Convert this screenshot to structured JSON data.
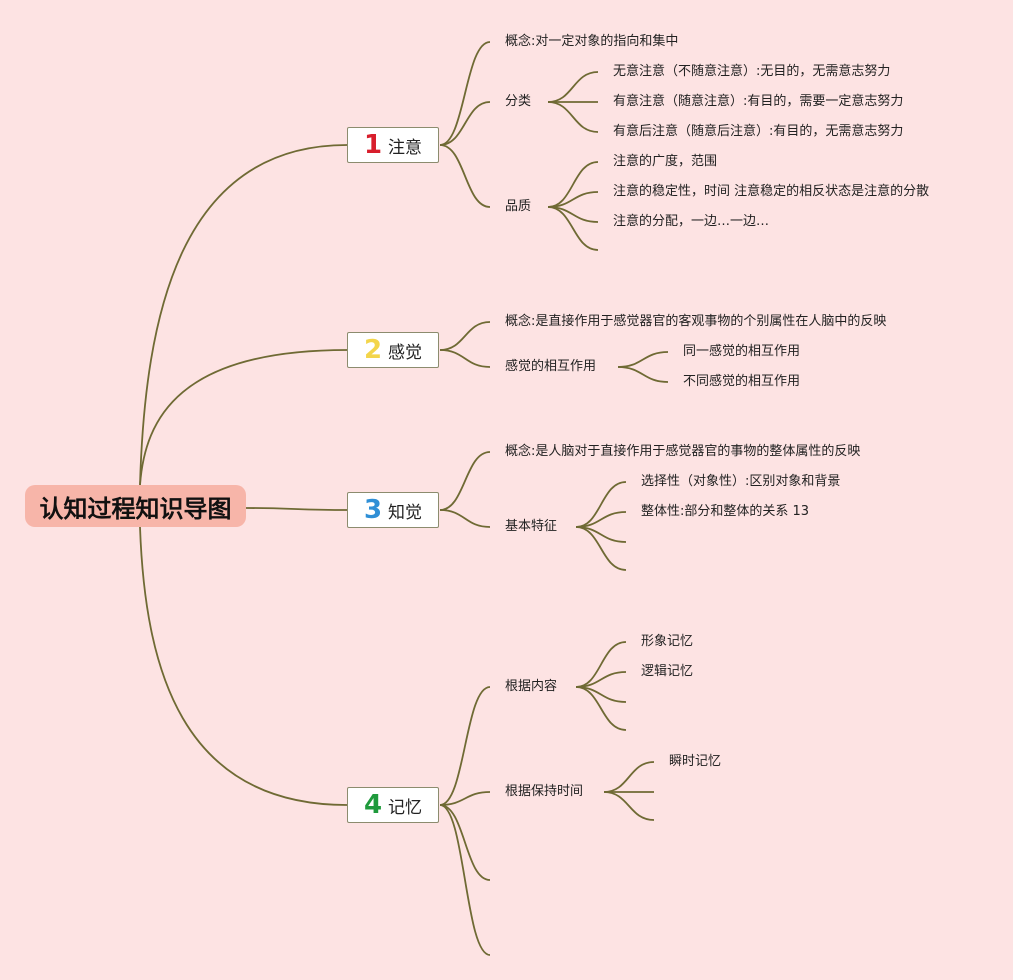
{
  "root": {
    "label": "认知过程知识导图"
  },
  "colors": {
    "background": "#fde3e3",
    "root_fill": "#f7b5a9",
    "line": "#6f6a34",
    "num1": "#d81e2c",
    "num2": "#f3d54b",
    "num3": "#2f8fd6",
    "num4": "#1f9a3c"
  },
  "branches": [
    {
      "num": "1",
      "label": "注意",
      "children": [
        {
          "label": "概念:对一定对象的指向和集中"
        },
        {
          "label": "分类",
          "children": [
            {
              "label": "无意注意（不随意注意）:无目的，无需意志努力"
            },
            {
              "label": "有意注意（随意注意）:有目的，需要一定意志努力"
            },
            {
              "label": "有意后注意（随意后注意）:有目的，无需意志努力"
            }
          ]
        },
        {
          "label": "品质",
          "children": [
            {
              "label": "注意的广度，范围"
            },
            {
              "label": "注意的稳定性，时间 注意稳定的相反状态是注意的分散"
            },
            {
              "label": "注意的分配，一边…一边…"
            },
            {
              "label": ""
            }
          ]
        }
      ]
    },
    {
      "num": "2",
      "label": "感觉",
      "children": [
        {
          "label": "概念:是直接作用于感觉器官的客观事物的个别属性在人脑中的反映"
        },
        {
          "label": "感觉的相互作用",
          "children": [
            {
              "label": "同一感觉的相互作用"
            },
            {
              "label": "不同感觉的相互作用"
            }
          ]
        }
      ]
    },
    {
      "num": "3",
      "label": "知觉",
      "children": [
        {
          "label": "概念:是人脑对于直接作用于感觉器官的事物的整体属性的反映"
        },
        {
          "label": "基本特征",
          "children": [
            {
              "label": "选择性（对象性）:区别对象和背景"
            },
            {
              "label": "整体性:部分和整体的关系 13"
            },
            {
              "label": ""
            },
            {
              "label": ""
            }
          ]
        }
      ]
    },
    {
      "num": "4",
      "label": "记忆",
      "children": [
        {
          "label": "根据内容",
          "children": [
            {
              "label": "形象记忆"
            },
            {
              "label": "逻辑记忆"
            },
            {
              "label": ""
            },
            {
              "label": ""
            }
          ]
        },
        {
          "label": "根据保持时间",
          "children": [
            {
              "label": "瞬时记忆"
            },
            {
              "label": ""
            },
            {
              "label": ""
            }
          ]
        },
        {
          "label": ""
        },
        {
          "label": ""
        }
      ]
    }
  ]
}
